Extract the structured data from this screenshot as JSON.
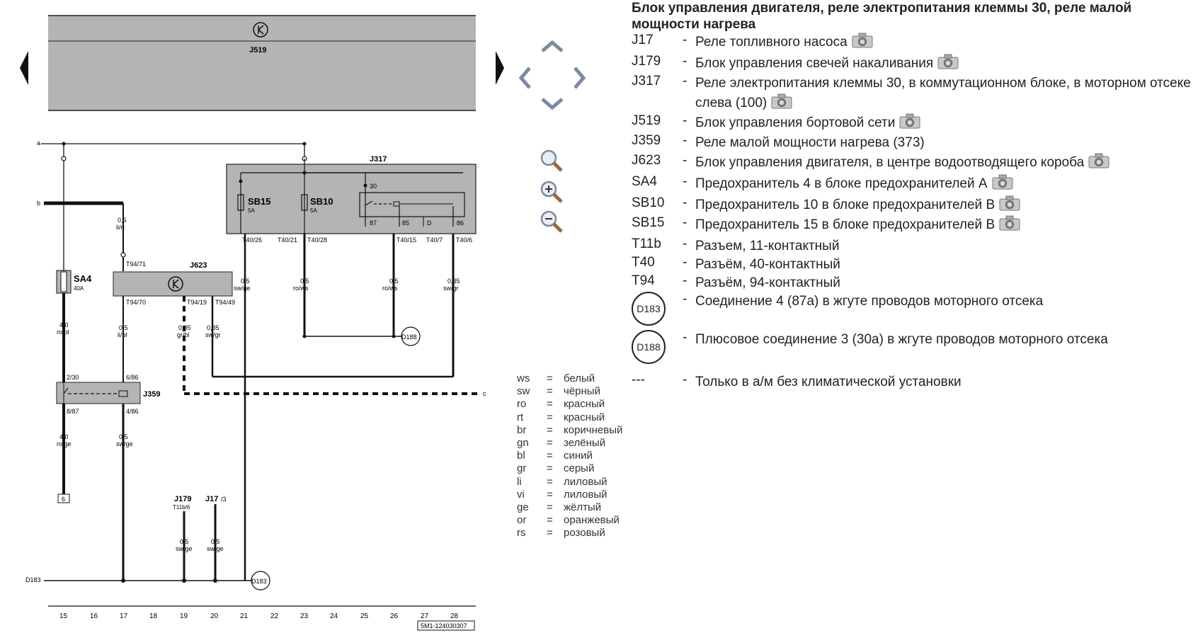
{
  "schematic": {
    "j519_label": "J519",
    "j317_label": "J317",
    "j623_label": "J623",
    "j359_label": "J359",
    "sa4_label": "SA4",
    "sa4_rating": "40A",
    "sb15_label": "SB15",
    "sb15_rating": "5A",
    "sb10_label": "SB10",
    "sb10_rating": "5A",
    "line_a": "a",
    "line_b": "b",
    "line_c": "c",
    "line_d183": "D183",
    "pin_t40_26": "T40/26",
    "pin_t40_21": "T40/21",
    "pin_t40_28": "T40/28",
    "pin_t40_15": "T40/15",
    "pin_t40_7": "T40/7",
    "pin_t40_6": "T40/6",
    "pin_t94_71": "T94/71",
    "pin_t94_70": "T94/70",
    "pin_t94_19": "T94/19",
    "pin_t94_49": "T94/49",
    "relay_30": "30",
    "relay_87": "87",
    "relay_85": "85",
    "relay_86": "86",
    "relay_d": "D",
    "j359_2_30": "2/30",
    "j359_6_86": "6/86",
    "j359_8_87": "8/87",
    "j359_4_86": "4/86",
    "w_05_lirt_1": "0,5",
    "w_05_lirt_2": "li/rt",
    "w_05_swge_a1": "0,5",
    "w_05_swge_a2": "sw/ge",
    "w_05_rows_a1": "0,5",
    "w_05_rows_a2": "ro/ws",
    "w_05_rows_b1": "0,5",
    "w_05_rows_b2": "ro/ws",
    "w_035_swgr_a1": "0,35",
    "w_035_swgr_a2": "sw/gr",
    "w_40_robl_1": "4,0",
    "w_40_robl_2": "ro/bl",
    "w_05_libl_1": "0,5",
    "w_05_libl_2": "li/bl",
    "w_035_grbl_1": "0,35",
    "w_035_grbl_2": "gr/bl",
    "w_035_swgr_b1": "0,35",
    "w_035_swgr_b2": "sw/gr",
    "w_40_roge_1": "4,0",
    "w_40_roge_2": "ro/ge",
    "w_05_swge_b1": "0,5",
    "w_05_swge_b2": "sw/ge",
    "w_05_swge_c1": "0,5",
    "w_05_swge_c2": "sw/ge",
    "w_05_swge_d1": "0,5",
    "w_05_swge_d2": "sw/ge",
    "d188_conn": "D188",
    "d183_conn": "D183",
    "box_6": "6",
    "j179_label": "J179",
    "j179_pin": "T11b/6",
    "j17_label": "J17",
    "j17_pin": "/3",
    "col_15": "15",
    "col_16": "16",
    "col_17": "17",
    "col_18": "18",
    "col_19": "19",
    "col_20": "20",
    "col_21": "21",
    "col_22": "22",
    "col_23": "23",
    "col_24": "24",
    "col_25": "25",
    "col_26": "26",
    "col_27": "27",
    "col_28": "28",
    "doc_id": "5M1-124030307"
  },
  "navigation": {
    "up": "arrow-up-icon",
    "down": "arrow-down-icon",
    "left": "arrow-left-icon",
    "right": "arrow-right-icon",
    "zoom_fit": "magnifier-icon",
    "zoom_in": "zoom-in-icon",
    "zoom_out": "zoom-out-icon",
    "page_prev": "page-prev-icon",
    "page_next": "page-next-icon"
  },
  "info": {
    "title": "Блок управления двигателя, реле электропитания клеммы 30, реле малой мощности нагрева",
    "legend": [
      {
        "code": "J17",
        "desc": "Реле топливного насоса",
        "photo": true
      },
      {
        "code": "J179",
        "desc": "Блок управления свечей накаливания",
        "photo": true
      },
      {
        "code": "J317",
        "desc": "Реле электропитания клеммы 30, в коммутационном блоке, в моторном отсеке слева (100)",
        "photo": true
      },
      {
        "code": "J519",
        "desc": "Блок управления бортовой сети",
        "photo": true
      },
      {
        "code": "J359",
        "desc": "Реле малой мощности нагрева (373)",
        "photo": false
      },
      {
        "code": "J623",
        "desc": "Блок управления двигателя, в центре водоотводящего короба",
        "photo": true
      },
      {
        "code": "SA4",
        "desc": "Предохранитель 4 в блоке предохранителей А",
        "photo": true
      },
      {
        "code": "SB10",
        "desc": "Предохранитель 10 в блоке предохранителей В",
        "photo": true
      },
      {
        "code": "SB15",
        "desc": "Предохранитель 15 в блоке предохранителей В",
        "photo": true
      },
      {
        "code": "T11b",
        "desc": "Разъем, 11-контактный",
        "photo": false
      },
      {
        "code": "T40",
        "desc": "Разъём, 40-контактный",
        "photo": false
      },
      {
        "code": "T94",
        "desc": "Разъём, 94-контактный",
        "photo": false
      },
      {
        "code": "D183",
        "desc": "Соединение 4 (87а) в жгуте проводов моторного отсека",
        "photo": false,
        "circle": true
      },
      {
        "code": "D188",
        "desc": "Плюсовое соединение 3 (30а) в жгуте проводов моторного отсека",
        "photo": false,
        "circle": true
      },
      {
        "code": "---",
        "desc": "Только в а/м без климатической установки",
        "photo": false
      }
    ],
    "dash": "-"
  },
  "colors": [
    {
      "abbr": "ws",
      "eq": "=",
      "name": "белый"
    },
    {
      "abbr": "sw",
      "eq": "=",
      "name": "чёрный"
    },
    {
      "abbr": "ro",
      "eq": "=",
      "name": "красный"
    },
    {
      "abbr": "rt",
      "eq": "=",
      "name": "красный"
    },
    {
      "abbr": "br",
      "eq": "=",
      "name": "коричневый"
    },
    {
      "abbr": "gn",
      "eq": "=",
      "name": "зелёный"
    },
    {
      "abbr": "bl",
      "eq": "=",
      "name": "синий"
    },
    {
      "abbr": "gr",
      "eq": "=",
      "name": "серый"
    },
    {
      "abbr": "li",
      "eq": "=",
      "name": "лиловый"
    },
    {
      "abbr": "vi",
      "eq": "=",
      "name": "лиловый"
    },
    {
      "abbr": "ge",
      "eq": "=",
      "name": "жёлтый"
    },
    {
      "abbr": "or",
      "eq": "=",
      "name": "оранжевый"
    },
    {
      "abbr": "rs",
      "eq": "=",
      "name": "розовый"
    }
  ],
  "palette": {
    "panel_gray": "#b4b4b4",
    "wire": "#1a1a1a",
    "icon_stroke": "#7a8aa0"
  }
}
